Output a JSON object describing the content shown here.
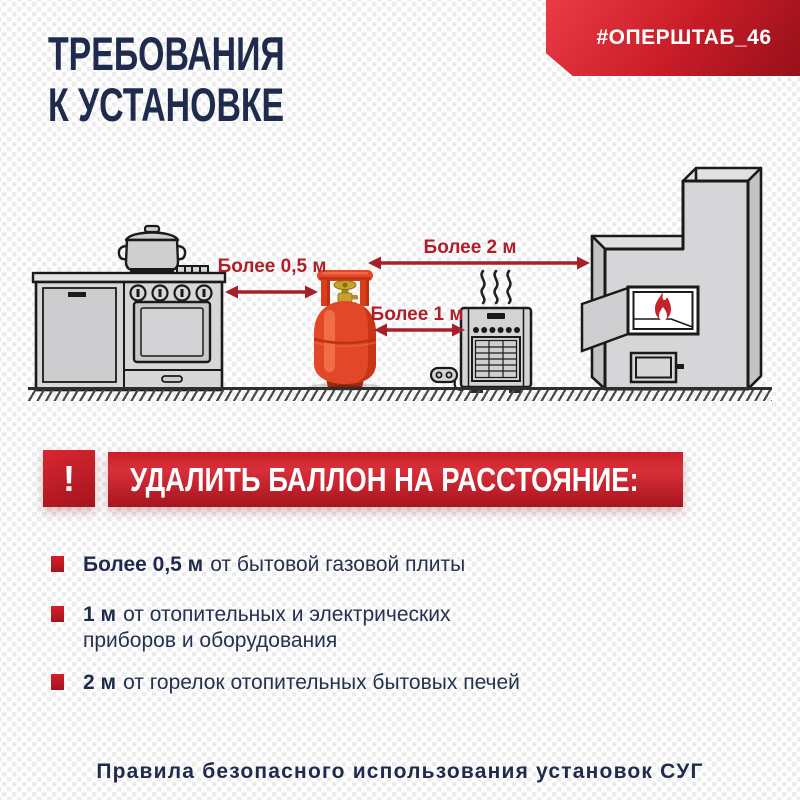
{
  "header": {
    "title_line1": "ТРЕБОВАНИЯ",
    "title_line2": "К УСТАНОВКЕ",
    "badge": "#ОПЕРШТАБ_46"
  },
  "diagram": {
    "distances": {
      "stove": "Более 0,5 м",
      "heater": "Более 1 м",
      "furnace": "Более 2 м"
    },
    "icons": [
      "gas-stove-icon",
      "cooking-pot-icon",
      "gas-cylinder-icon",
      "electric-heater-icon",
      "power-plug-icon",
      "wood-furnace-icon",
      "flame-icon",
      "ground-hatching"
    ]
  },
  "alert": {
    "icon": "!",
    "title": "УДАЛИТЬ БАЛЛОН НА РАССТОЯНИЕ:"
  },
  "rules": [
    {
      "value": "Более 0,5 м",
      "text": "от бытовой газовой плиты"
    },
    {
      "value": "1 м",
      "text": "от отопительных и электрических",
      "text2": "приборов и оборудования"
    },
    {
      "value": "2 м",
      "text": "от горелок отопительных бытовых печей"
    }
  ],
  "footer": {
    "note": "Правила безопасного использования установок СУГ"
  },
  "colors": {
    "accent_red": "#c21e28",
    "arrow_red": "#a6202a",
    "navy_text": "#1f2b4d",
    "cylinder_red": "#e2472a",
    "valve_brass": "#c9a22b",
    "metal_gray": "#d6d6d8"
  }
}
